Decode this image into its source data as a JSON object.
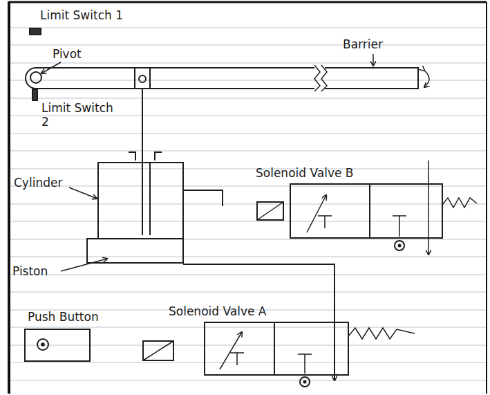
{
  "diagram": {
    "labels": [
      "Limit Switch 1",
      "Pivot",
      "Barrier",
      "Limit Switch 2",
      "Cylinder",
      "Solenoid Valve B",
      "Piston",
      "Push Button",
      "Solenoid Valve A"
    ]
  }
}
